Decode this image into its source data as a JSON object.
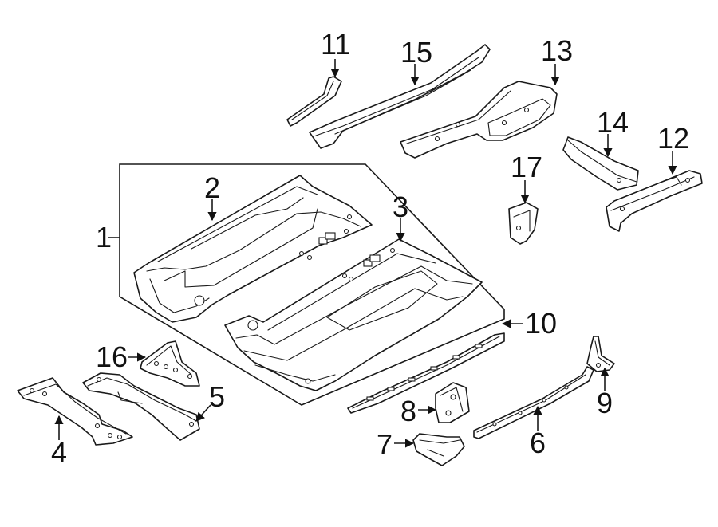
{
  "callouts": [
    {
      "id": "1",
      "text": "1"
    },
    {
      "id": "2",
      "text": "2"
    },
    {
      "id": "3",
      "text": "3"
    },
    {
      "id": "4",
      "text": "4"
    },
    {
      "id": "5",
      "text": "5"
    },
    {
      "id": "6",
      "text": "6"
    },
    {
      "id": "7",
      "text": "7"
    },
    {
      "id": "8",
      "text": "8"
    },
    {
      "id": "9",
      "text": "9"
    },
    {
      "id": "10",
      "text": "10"
    },
    {
      "id": "11",
      "text": "11"
    },
    {
      "id": "12",
      "text": "12"
    },
    {
      "id": "13",
      "text": "13"
    },
    {
      "id": "14",
      "text": "14"
    },
    {
      "id": "15",
      "text": "15"
    },
    {
      "id": "16",
      "text": "16"
    },
    {
      "id": "17",
      "text": "17"
    }
  ],
  "colors": {
    "line": "#1a1a1a",
    "background": "#ffffff"
  }
}
